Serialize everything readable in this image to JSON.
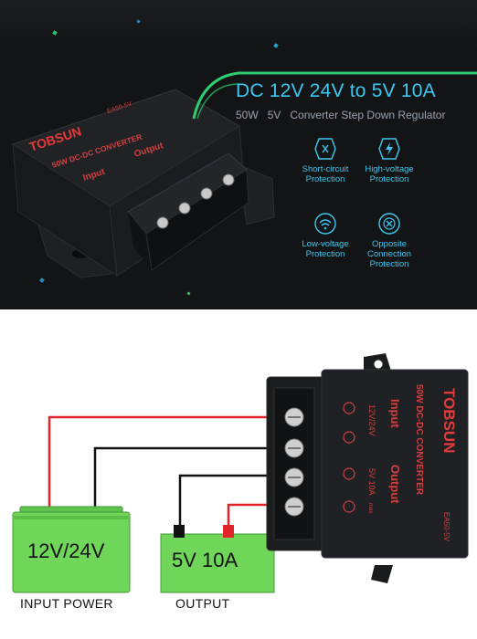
{
  "banner": {
    "headline": "DC 12V 24V to 5V 10A",
    "sub_words": [
      "50W",
      "5V",
      "Converter Step Down Regulator"
    ],
    "accent_color": "#3cc8f0",
    "features": [
      {
        "icon": "short-circuit-icon",
        "line1": "Short-circuit",
        "line2": "Protection"
      },
      {
        "icon": "high-voltage-icon",
        "line1": "High-voltage",
        "line2": "Protection"
      },
      {
        "icon": "low-voltage-icon",
        "line1": "Low-voltage",
        "line2": "Protection"
      },
      {
        "icon": "opposite-connection-icon",
        "line1": "Opposite",
        "line2": "Connection",
        "line3": "Protection"
      }
    ]
  },
  "device": {
    "brand": "TOBSUN",
    "model": "EA50-5V",
    "title": "50W DC-DC CONVERTER",
    "input_label": "Input",
    "output_label": "Output",
    "input_rating": "12V/24V",
    "output_rating": "5V 10A",
    "output_max": "max"
  },
  "diagram": {
    "battery_label": "12V/24V",
    "battery_caption": "INPUT POWER",
    "load_label": "5V 10A",
    "load_caption": "OUTPUT",
    "wire_positive": "#e0242a",
    "wire_negative": "#111111",
    "battery_color": "#6fd65a"
  }
}
